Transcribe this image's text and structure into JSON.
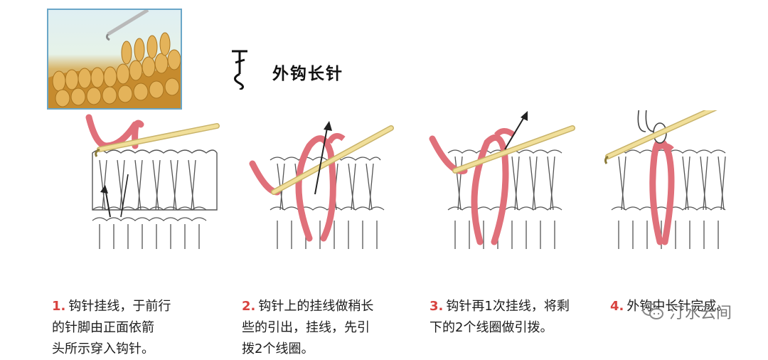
{
  "title": "外钩长针",
  "steps": [
    {
      "num": "1.",
      "text": "钩针挂线，于前行\n的针脚由正面依箭\n头所示穿入钩针。"
    },
    {
      "num": "2.",
      "text": "钩针上的挂线做稍长\n些的引出，挂线，先引\n拨2个线圈。"
    },
    {
      "num": "3.",
      "text": "钩针再1次挂线，将剩\n下的2个线圈做引拨。"
    },
    {
      "num": "4.",
      "text": "外钩中长针完成。"
    }
  ],
  "watermark": "汀水云间",
  "colors": {
    "accent": "#d8433f",
    "yarn": "#e0707a",
    "hook": "#f1df9a",
    "photo_yarn": "#d39a3a"
  },
  "icons": [
    "crochet-photo",
    "stitch-symbol-icon",
    "wechat-icon"
  ]
}
